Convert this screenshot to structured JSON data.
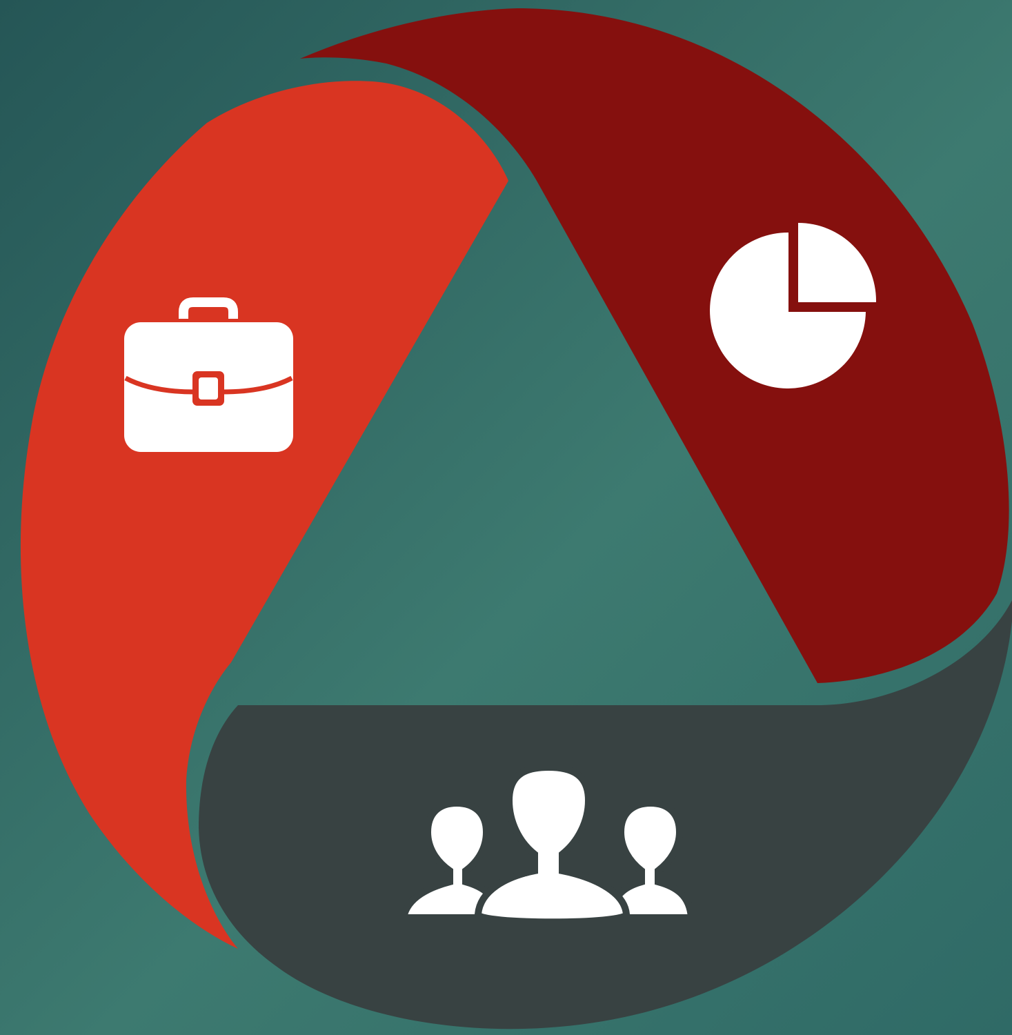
{
  "diagram": {
    "type": "three-segment cycle",
    "colors": {
      "background_dark": "#285c5e",
      "background_light": "#3f7c71",
      "segment_left": "#d93522",
      "segment_right": "#85100e",
      "segment_bottom": "#384242",
      "icon_fill": "#ffffff"
    },
    "segments": [
      {
        "position": "left",
        "icon": "briefcase-icon",
        "color_key": "segment_left"
      },
      {
        "position": "right",
        "icon": "pie-chart-icon",
        "color_key": "segment_right"
      },
      {
        "position": "bottom",
        "icon": "users-group-icon",
        "color_key": "segment_bottom"
      }
    ]
  }
}
